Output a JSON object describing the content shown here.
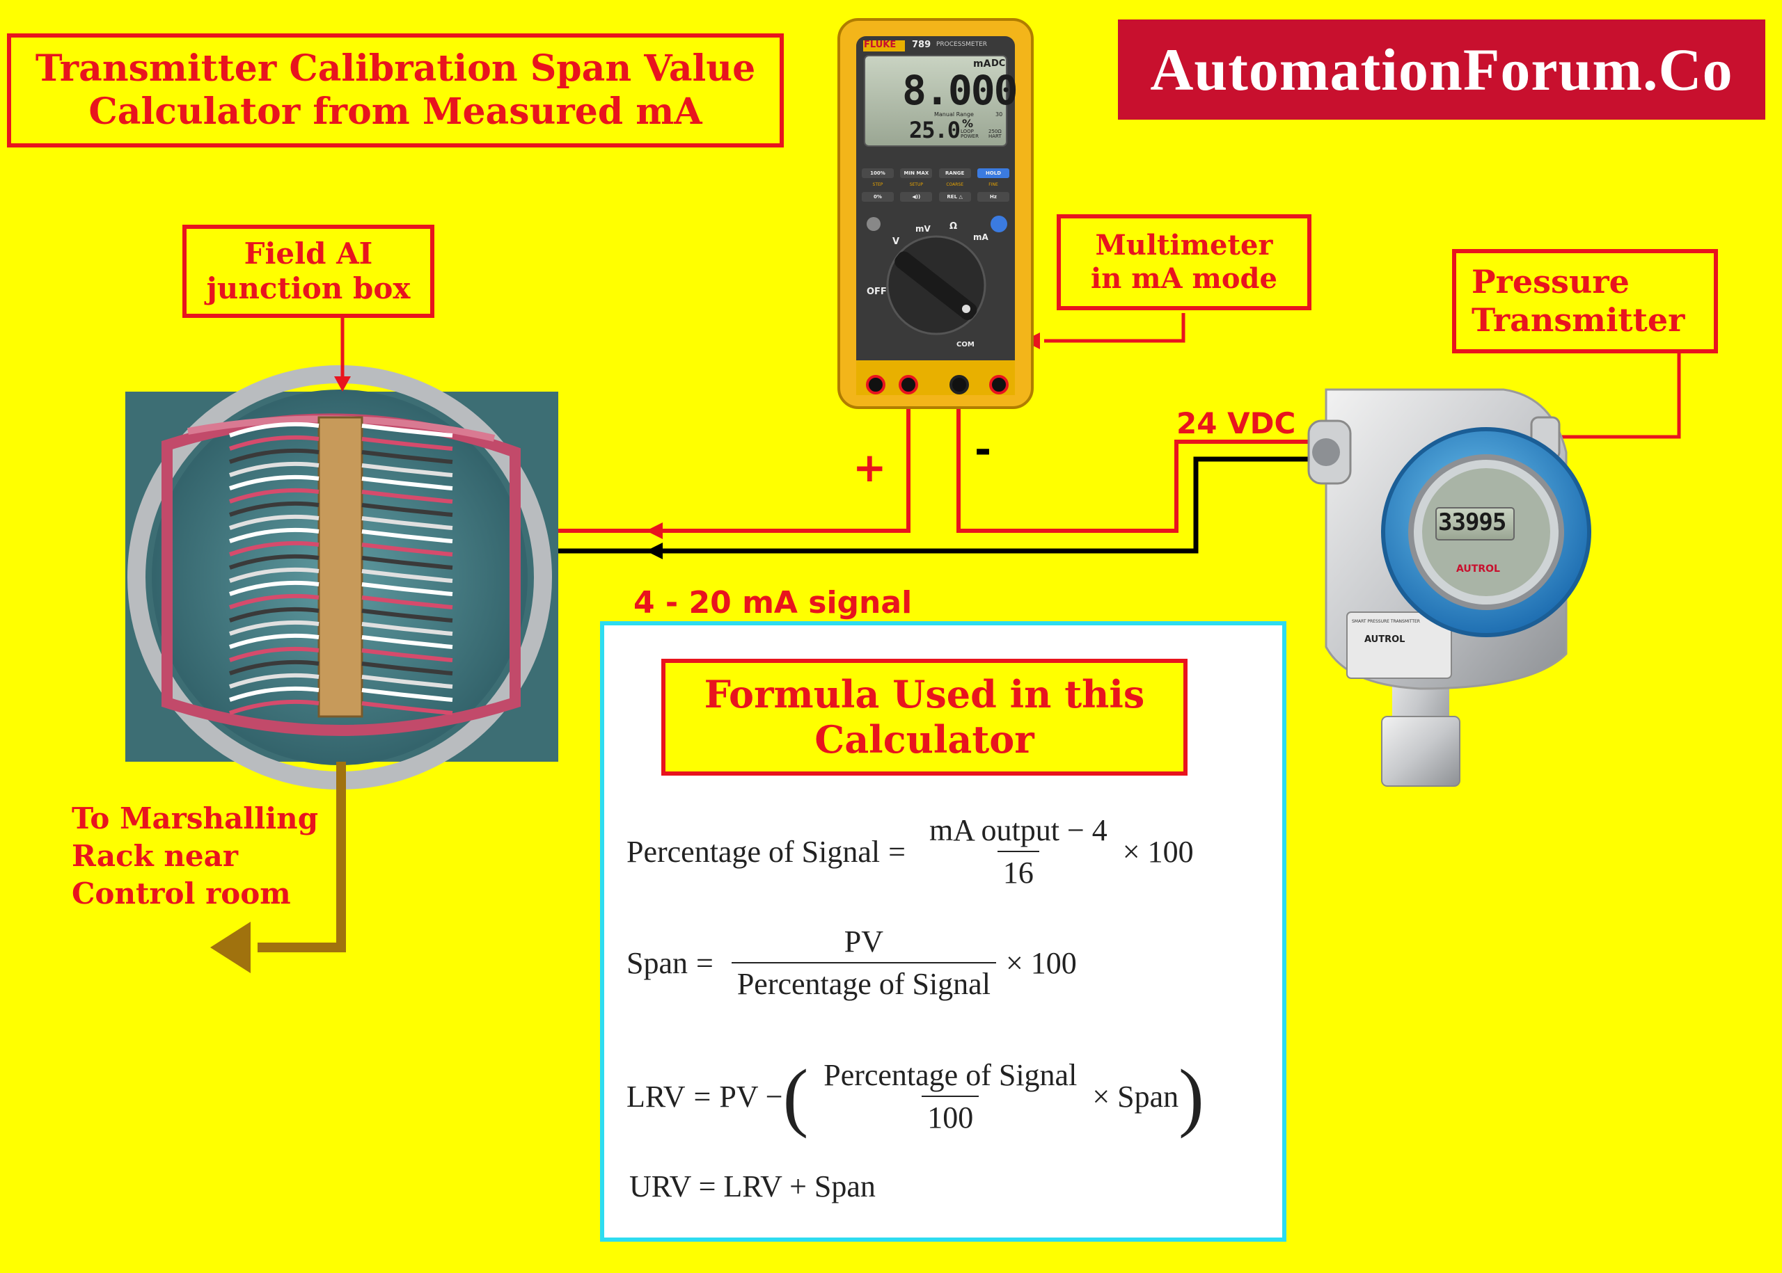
{
  "title": "Transmitter Calibration Span Value\nCalculator from Measured mA",
  "brand": "AutomationForum.Co",
  "labels": {
    "junction_box": "Field AI\njunction box",
    "multimeter": "Multimeter\nin mA mode",
    "transmitter": "Pressure\nTransmitter",
    "supply": "24 VDC",
    "signal": "4 - 20 mA signal",
    "to_marshalling": "To Marshalling\nRack near\nControl room",
    "plus": "+",
    "minus": "-"
  },
  "multimeter": {
    "brand": "FLUKE",
    "model": "789",
    "model_sub": "PROCESSMETER",
    "reading_unit": "mA",
    "reading_mode": "DC",
    "reading": "8.000",
    "reading_sub": "Manual Range",
    "reading_sub_val": "30",
    "percent": "25.0",
    "percent_sign": "%",
    "loop_power": "LOOP\nPOWER",
    "hart": "250Ω\nHART",
    "buttons_row1": [
      "100%",
      "MIN MAX",
      "RANGE",
      "HOLD"
    ],
    "buttons_row2": [
      "0%",
      "◀))",
      "REL △",
      "Hz"
    ],
    "sub_row1": [
      "STEP",
      "SETUP",
      "COARSE",
      "FINE"
    ],
    "dial_off": "OFF",
    "dial_mv": "mV",
    "dial_ohm": "Ω",
    "dial_ma": "mA",
    "dial_v": "V",
    "com": "COM"
  },
  "transmitter": {
    "display": "33995",
    "brand": "AUTROL",
    "plate_title": "SMART PRESSURE TRANSMITTER",
    "plate_brand": "AUTROL"
  },
  "formula": {
    "heading": "Formula Used in this\nCalculator",
    "f1_lhs": "Percentage of Signal",
    "f1_num": "mA output − 4",
    "f1_den": "16",
    "f1_tail": "× 100",
    "f2_lhs": "Span",
    "f2_num": "PV",
    "f2_den": "Percentage of Signal",
    "f2_tail": "× 100",
    "f3_lhs": "LRV",
    "f3_pv": "PV −",
    "f3_num": "Percentage of Signal",
    "f3_den": "100",
    "f3_tail": "× Span",
    "f4": "URV = LRV + Span",
    "eq": "="
  },
  "colors": {
    "background": "#ffff00",
    "label_border": "#e8141e",
    "label_text": "#e8141e",
    "brand_bg": "#c8102e",
    "formula_border": "#2ddcf0",
    "wire_red": "#e8141e",
    "wire_black": "#000000",
    "wire_brown": "#a0720e"
  }
}
